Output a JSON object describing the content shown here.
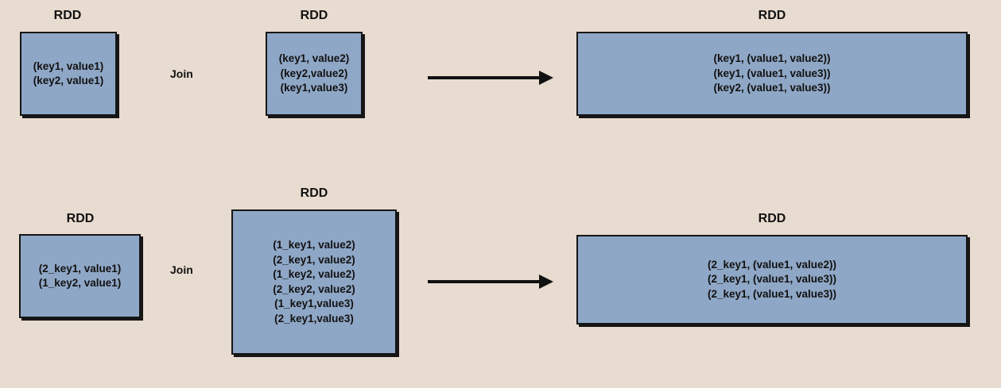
{
  "rows": [
    {
      "left": {
        "label": "RDD",
        "lines": [
          "(key1, value1)",
          "(key2, value1)"
        ]
      },
      "op": "Join",
      "right": {
        "label": "RDD",
        "lines": [
          "(key1, value2)",
          "(key2,value2)",
          "(key1,value3)"
        ]
      },
      "result": {
        "label": "RDD",
        "lines": [
          "(key1, (value1, value2))",
          "(key1, (value1, value3))",
          "(key2, (value1, value3))"
        ]
      }
    },
    {
      "left": {
        "label": "RDD",
        "lines": [
          "(2_key1, value1)",
          "(1_key2, value1)"
        ]
      },
      "op": "Join",
      "right": {
        "label": "RDD",
        "lines": [
          "(1_key1, value2)",
          "(2_key1, value2)",
          "(1_key2, value2)",
          "(2_key2, value2)",
          "(1_key1,value3)",
          "(2_key1,value3)"
        ]
      },
      "result": {
        "label": "RDD",
        "lines": [
          "(2_key1, (value1, value2))",
          "(2_key1, (value1, value3))",
          "(2_key1, (value1, value3))"
        ]
      }
    }
  ],
  "colors": {
    "background": "#e8dbcf",
    "box_fill": "#8fa7c6",
    "outline": "#151515",
    "arrow": "#111111"
  },
  "icons": {
    "arrow": "right-arrow-icon"
  }
}
